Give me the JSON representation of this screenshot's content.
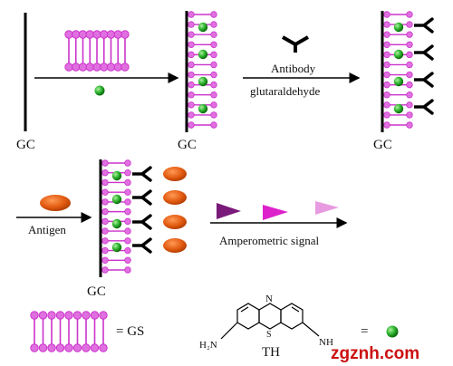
{
  "labels": {
    "gc1": "GC",
    "gc2": "GC",
    "gc3": "GC",
    "gc4": "GC",
    "antibody": "Antibody",
    "glutaraldehyde": "glutaraldehyde",
    "antigen": "Antigen",
    "amperometric": "Amperometric signal",
    "gs_eq": "= GS",
    "th_eq": "=",
    "th": "TH",
    "h2n": "H₂N",
    "nh": "NH",
    "n_atom": "N",
    "s_atom": "S"
  },
  "watermark": "zgznh.com",
  "colors": {
    "membrane": "#cc33cc",
    "lipid_head": "#e070e0",
    "nanoparticle": "#33aa33",
    "antigen": "#dd5511",
    "signal_dark": "#7a1a7a",
    "signal_mid": "#dd22cc",
    "signal_light": "#e89be0",
    "watermark_red": "#cc1111"
  }
}
